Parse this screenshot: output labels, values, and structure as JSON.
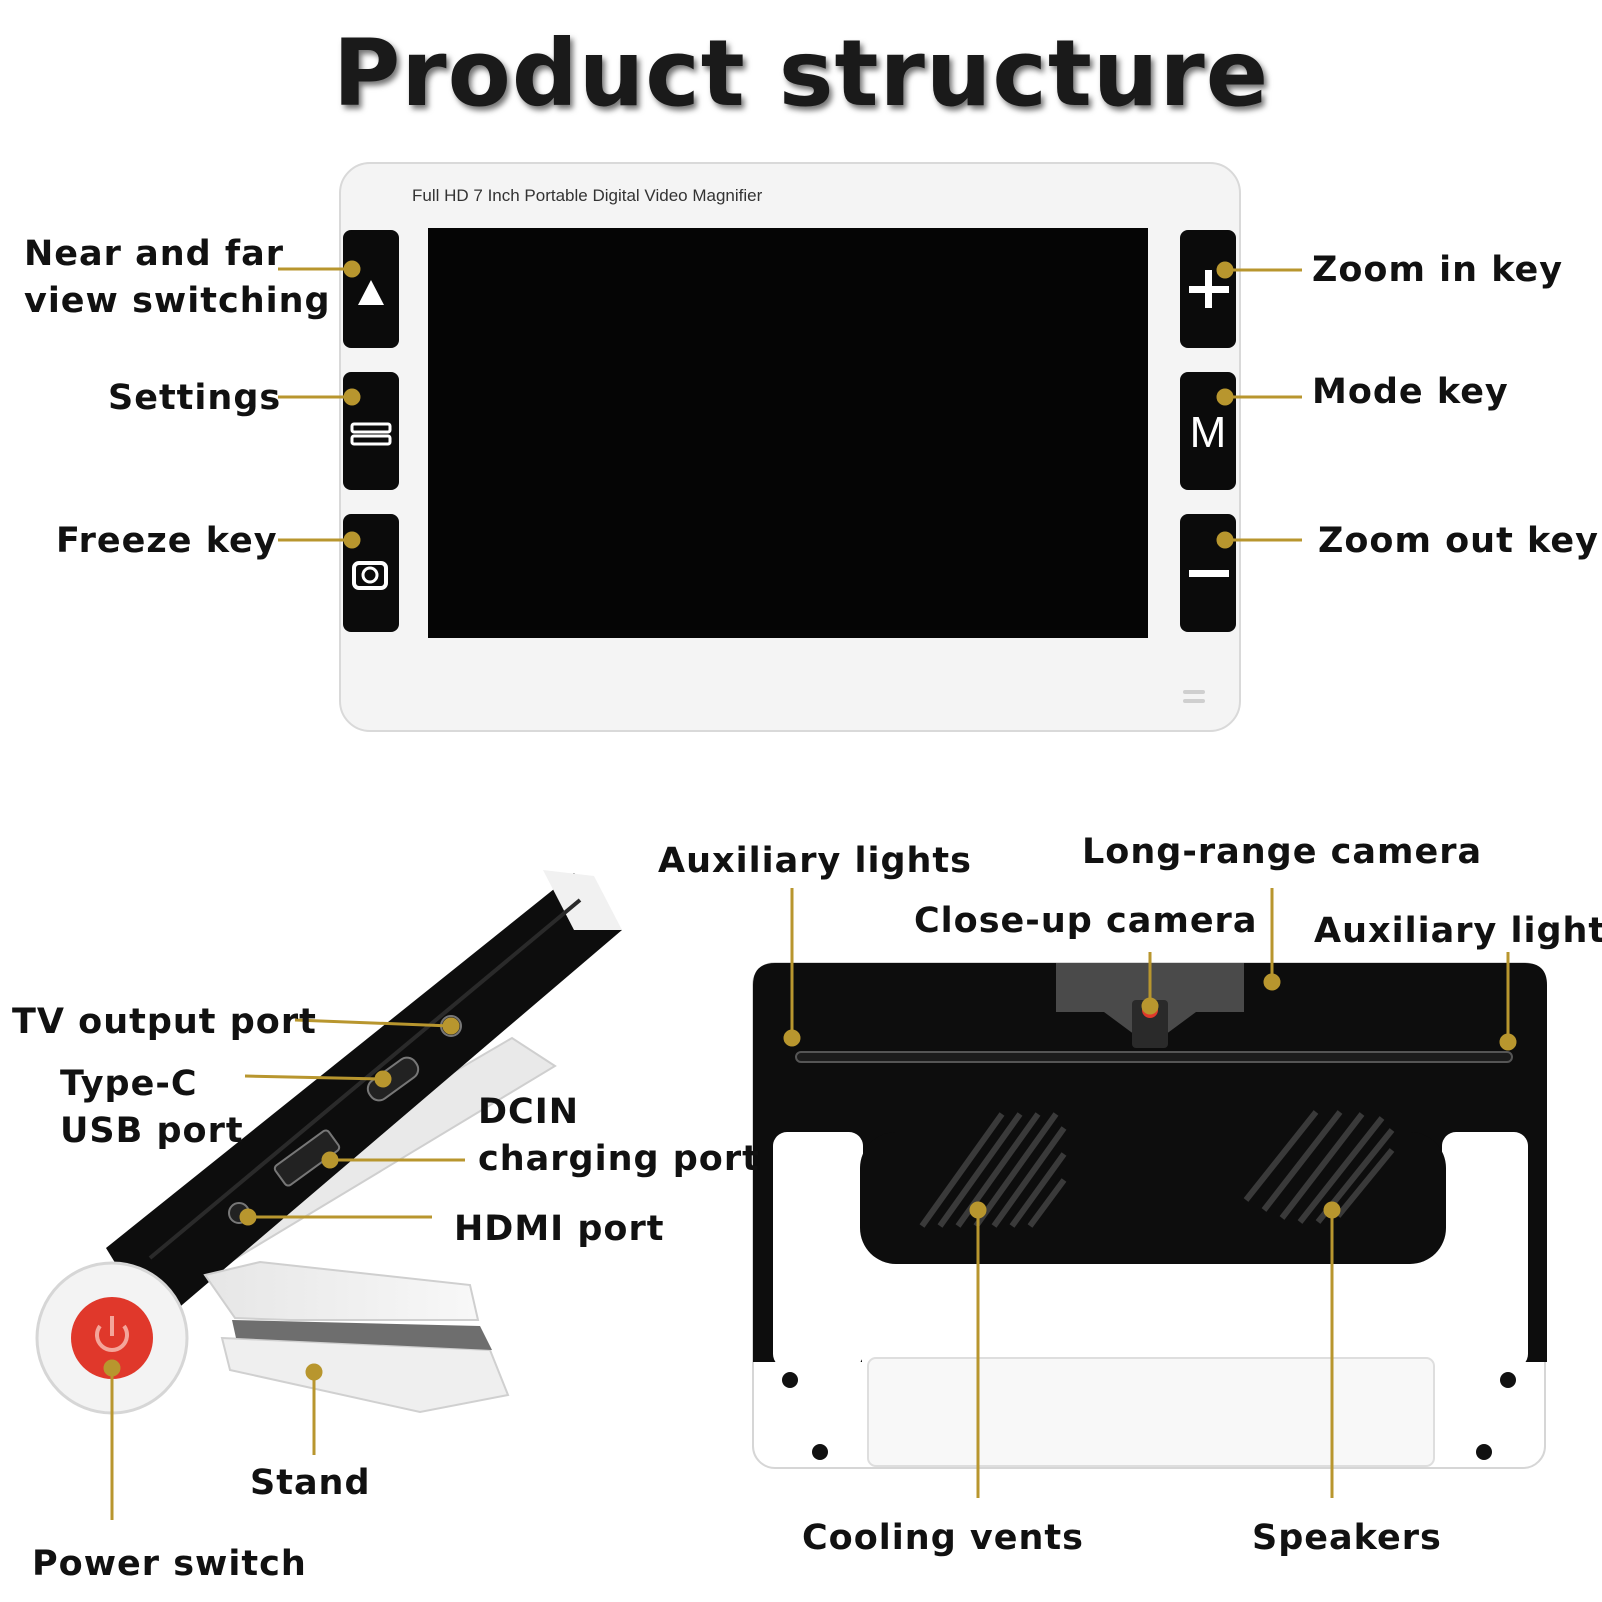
{
  "title": "Product structure",
  "device_caption": "Full HD 7 Inch Portable Digital Video Magnifier",
  "colors": {
    "leader_line": "#b8962e",
    "device_white": "#f4f4f4",
    "device_black": "#0b0b0b",
    "power_button": "#e0382b"
  },
  "front_view": {
    "left_labels": [
      {
        "lines": [
          "Near and far",
          "view switching"
        ],
        "icon": "mountain-icon"
      },
      {
        "lines": [
          "Settings"
        ],
        "icon": "menu-icon"
      },
      {
        "lines": [
          "Freeze key"
        ],
        "icon": "camera-icon"
      }
    ],
    "right_labels": [
      {
        "lines": [
          "Zoom in key"
        ],
        "glyph": "+"
      },
      {
        "lines": [
          "Mode key"
        ],
        "glyph": "M"
      },
      {
        "lines": [
          "Zoom out key"
        ],
        "glyph": "−"
      }
    ]
  },
  "side_view": {
    "labels": [
      {
        "lines": [
          "TV output port"
        ]
      },
      {
        "lines": [
          "Type-C",
          "USB port"
        ]
      },
      {
        "lines": [
          "DCIN",
          "charging port"
        ]
      },
      {
        "lines": [
          "HDMI port"
        ]
      },
      {
        "lines": [
          "Stand"
        ]
      },
      {
        "lines": [
          "Power switch"
        ]
      }
    ]
  },
  "back_view": {
    "labels": [
      {
        "lines": [
          "Auxiliary lights"
        ]
      },
      {
        "lines": [
          "Long-range camera"
        ]
      },
      {
        "lines": [
          "Close-up camera"
        ]
      },
      {
        "lines": [
          "Auxiliary lights"
        ]
      },
      {
        "lines": [
          "Cooling vents"
        ]
      },
      {
        "lines": [
          "Speakers"
        ]
      }
    ]
  }
}
